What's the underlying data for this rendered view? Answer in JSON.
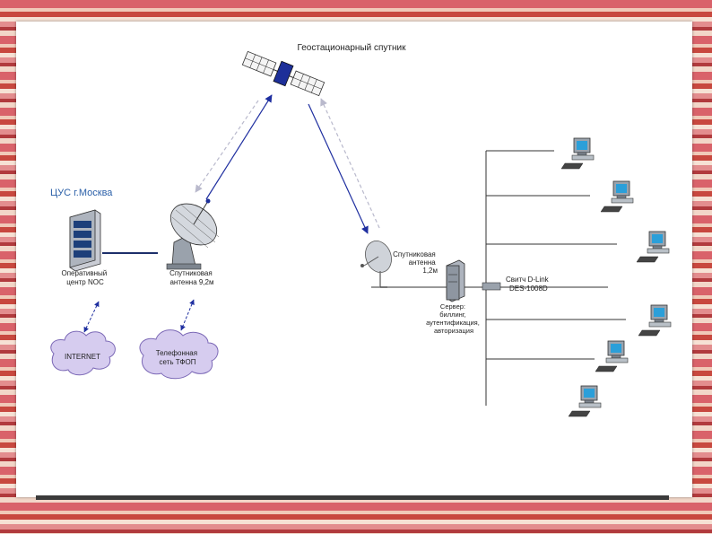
{
  "diagram": {
    "satellite_label": "Геостационарный спутник",
    "moscow_center_title": "ЦУС г.Москва",
    "ops_center_label": [
      "Оперативный",
      "центр NOC"
    ],
    "moscow_antenna_label": [
      "Спутниковая",
      "антенна 9,2м"
    ],
    "internet_label": "INTERNET",
    "pstn_label": [
      "Телефонная",
      "сеть ТФОП"
    ],
    "remote_antenna_label": [
      "Спутниковая",
      "антенна",
      "1,2м"
    ],
    "server_label": [
      "Сервер:",
      "биллинг,",
      "аутентификация,",
      "авторизация"
    ],
    "switch_label": [
      "Свитч D-Link",
      "DES-1008D"
    ]
  },
  "colors": {
    "title_blue": "#2a5fa8",
    "link_blue": "#1f2fa0",
    "cloud_fill": "#d6ccef",
    "cloud_stroke": "#7b68b6"
  },
  "icons": [
    "satellite-icon",
    "server-rack-icon",
    "dish-antenna-icon",
    "server-icon",
    "switch-icon",
    "computer-icon",
    "cloud-icon"
  ]
}
